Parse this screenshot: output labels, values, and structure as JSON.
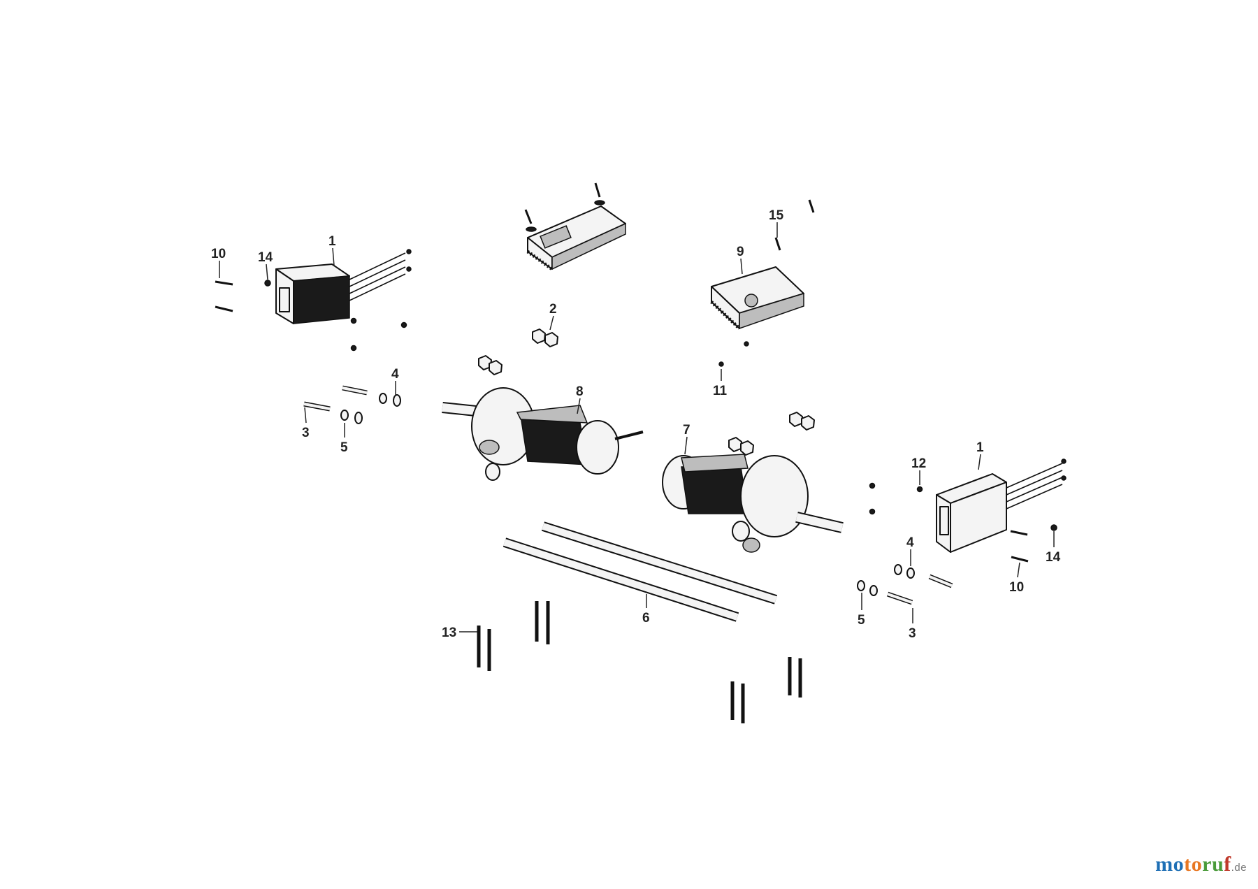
{
  "labels": {
    "l1_left": "1",
    "l1_right": "1",
    "l2": "2",
    "l3_left": "3",
    "l3_right": "3",
    "l4_left": "4",
    "l4_right": "4",
    "l5_left": "5",
    "l5_right": "5",
    "l6": "6",
    "l7": "7",
    "l8": "8",
    "l9": "9",
    "l10_left": "10",
    "l10_right": "10",
    "l11": "11",
    "l12": "12",
    "l13": "13",
    "l14_left": "14",
    "l14_right": "14",
    "l15": "15"
  },
  "watermark": {
    "part1": "mo",
    "part2": "to",
    "part3": "ru",
    "part4": "f",
    "tld": ".de"
  }
}
